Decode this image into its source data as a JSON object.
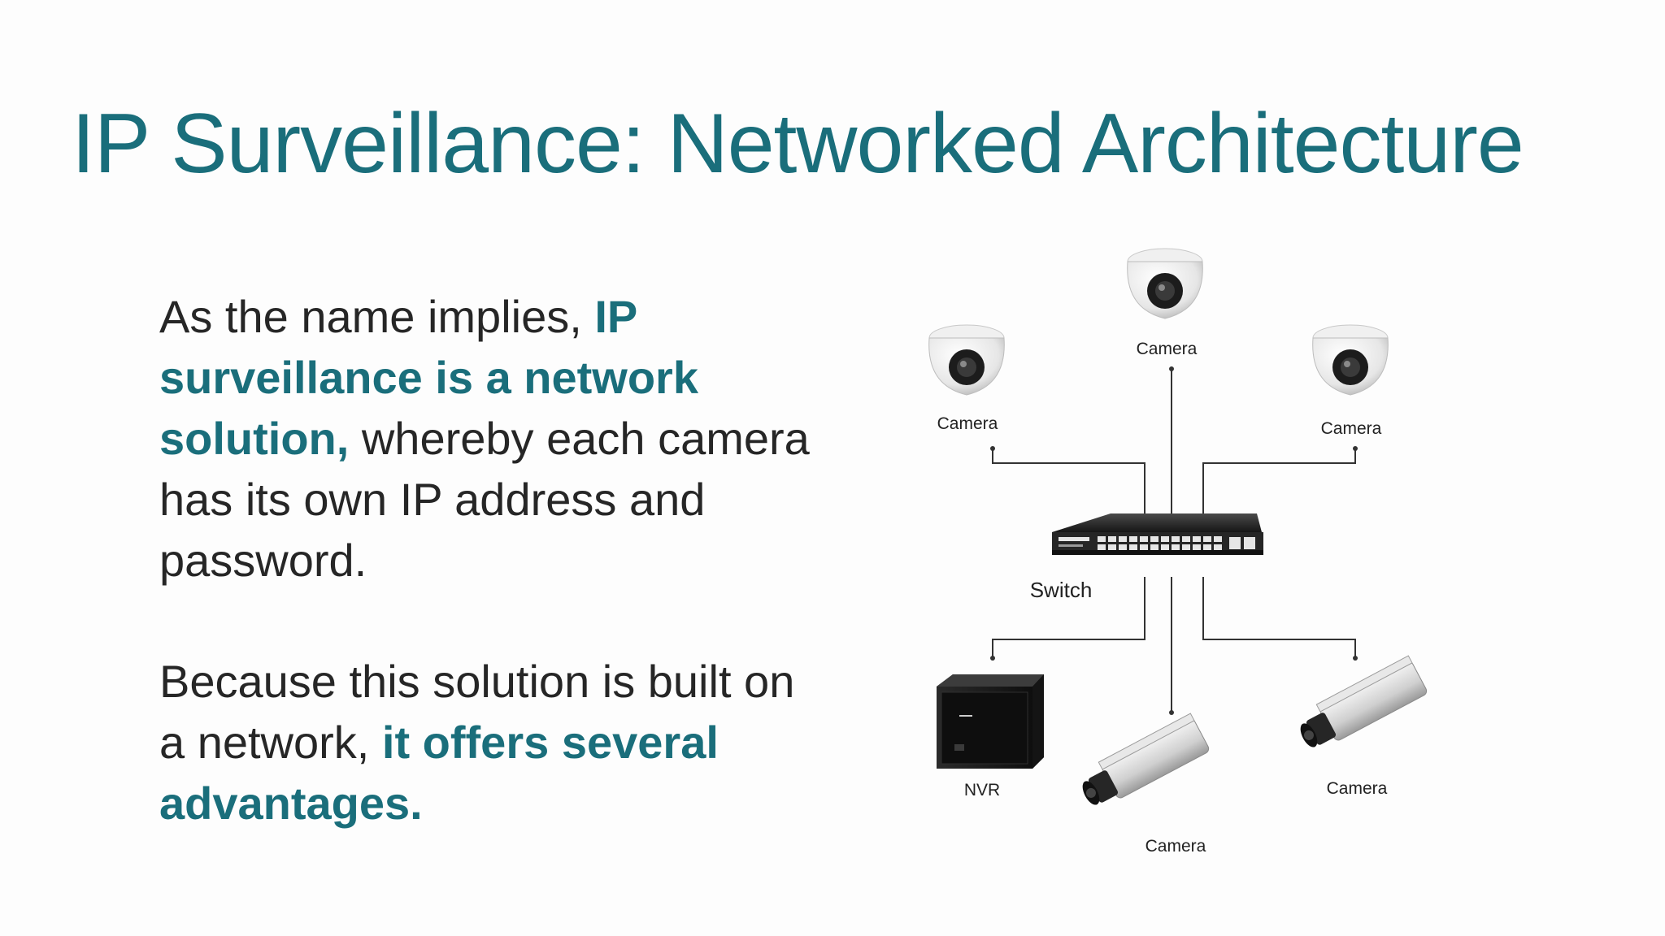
{
  "slide": {
    "title": "IP Surveillance: Networked Architecture",
    "paragraph1": {
      "intro": "As the name implies, ",
      "highlight": "IP surveillance is a network solution,",
      "rest": " whereby each camera has its own IP address and password."
    },
    "paragraph2": {
      "intro": "Because this solution is built on a network, ",
      "highlight": "it offers several advantages."
    }
  },
  "diagram": {
    "nodes": {
      "camera_top": "Camera",
      "camera_left": "Camera",
      "camera_right": "Camera",
      "switch": "Switch",
      "nvr": "NVR",
      "camera_bottom": "Camera",
      "camera_bottom_right": "Camera"
    }
  },
  "colors": {
    "accent": "#1a6e7b",
    "text": "#262626",
    "background": "#fdfdfd"
  }
}
